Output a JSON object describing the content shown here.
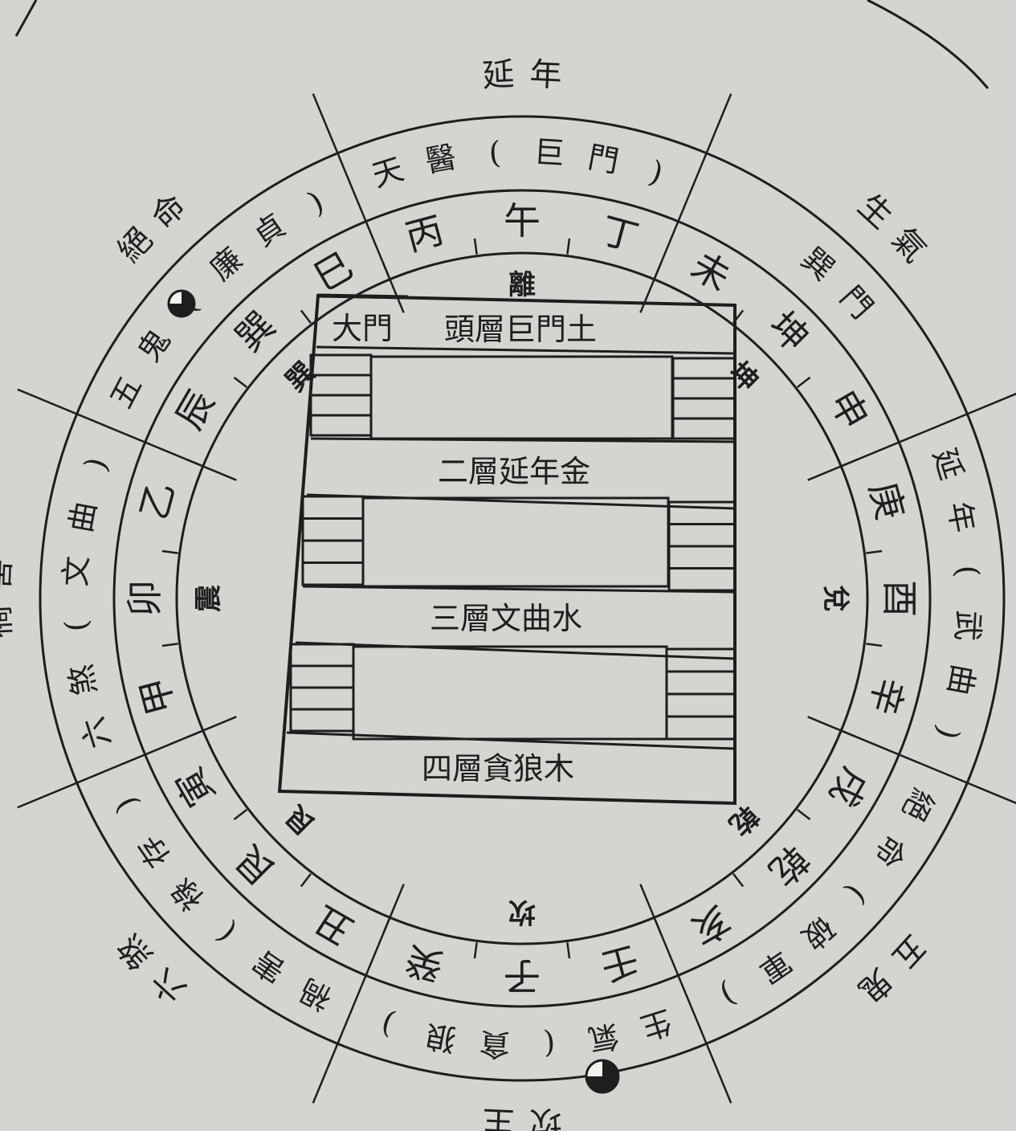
{
  "outer_labels": [
    {
      "id": "n",
      "text": "延年"
    },
    {
      "id": "nw",
      "text": "生氣"
    },
    {
      "id": "w",
      "text": "天醫"
    },
    {
      "id": "sw",
      "text": "五鬼"
    },
    {
      "id": "s",
      "text": "坎主"
    },
    {
      "id": "se",
      "text": "六煞"
    },
    {
      "id": "e",
      "text": "禍害"
    },
    {
      "id": "ne",
      "text": "絕命"
    }
  ],
  "middle_labels": [
    {
      "id": "n",
      "text": "天醫(巨門)"
    },
    {
      "id": "nw",
      "text": "巽門"
    },
    {
      "id": "w",
      "text": "延年(武曲)"
    },
    {
      "id": "sw",
      "text": "絕命(破軍)"
    },
    {
      "id": "s",
      "text": "生氣(貪狼)"
    },
    {
      "id": "se",
      "text": "禍害(祿存)"
    },
    {
      "id": "e",
      "text": "六煞(文曲)"
    },
    {
      "id": "ne",
      "text": "五鬼(廉貞)"
    }
  ],
  "zones": [
    "丙",
    "午",
    "丁",
    "未",
    "坤",
    "申",
    "庚",
    "酉",
    "辛",
    "戌",
    "乾",
    "亥",
    "壬",
    "子",
    "癸",
    "丑",
    "艮",
    "寅",
    "甲",
    "卯",
    "乙",
    "辰",
    "巽",
    "巳"
  ],
  "trigrams": [
    "離",
    "坤",
    "兌",
    "乾",
    "坎",
    "艮",
    "震",
    "巽"
  ],
  "markers": {
    "tai_chi_nw": "tai-chi-icon",
    "tai_chi_s": "tai-chi-icon"
  },
  "building": {
    "door_label": "大門",
    "top_label": "頭層巨門土",
    "floors": [
      {
        "label": "二層延年金"
      },
      {
        "label": "三層文曲水"
      },
      {
        "label": "四層貪狼木"
      }
    ]
  },
  "colors": {
    "ink": "#1e1e1e",
    "paper": "#d3d6d0"
  }
}
